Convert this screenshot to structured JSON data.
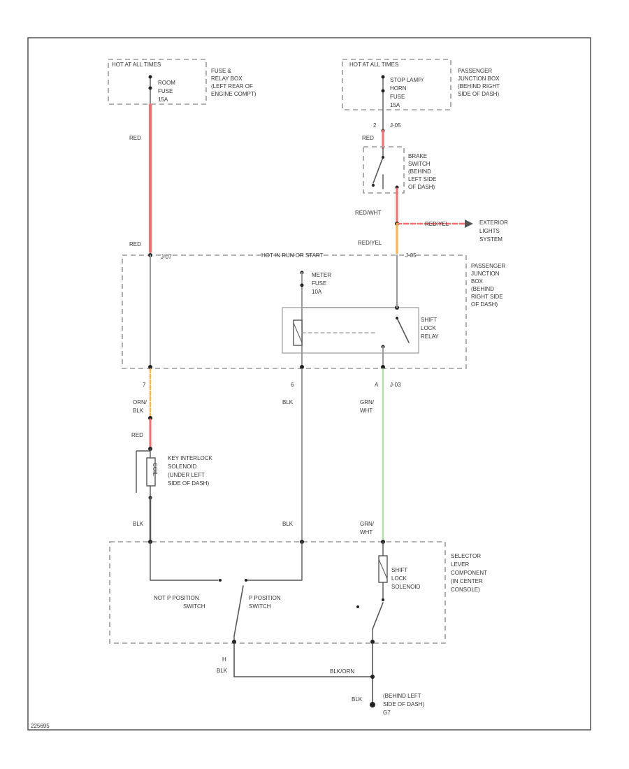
{
  "colors": {
    "red": "#ff6b6b",
    "orange": "#ffb347",
    "green": "#a8e6a0",
    "gray_wire": "#9a9a9a",
    "black_wire": "#555555",
    "frame": "#444444"
  },
  "power_left": {
    "header": "HOT AT ALL TIMES",
    "fuse_lines": [
      "ROOM",
      "FUSE",
      "15A"
    ],
    "location_lines": [
      "FUSE &",
      "RELAY BOX",
      "(LEFT REAR OF",
      "ENGINE COMPT)"
    ]
  },
  "power_right": {
    "header": "HOT AT ALL TIMES",
    "fuse_lines": [
      "STOP LAMP/",
      "HORN",
      "FUSE",
      "15A"
    ],
    "location_lines": [
      "PASSENGER",
      "JUNCTION BOX",
      "(BEHIND RIGHT",
      "SIDE OF DASH)"
    ]
  },
  "wires": {
    "red_top": "RED",
    "red_mid": "RED",
    "stop_pin": "2",
    "stop_conn": "J-05",
    "red_after_fuse": "RED",
    "red_wht": "RED/WHT",
    "red_yel_branch": "RED/YEL",
    "red_yel": "RED/YEL",
    "conn_j07": "J-07",
    "conn_j05b": "J-05",
    "orn_blk": [
      "ORN/",
      "BLK"
    ],
    "red_lower": "RED",
    "pin_7": "7",
    "pin_6": "6",
    "blk_mid": "BLK",
    "pin_a": "A",
    "conn_j03": "J-03",
    "grn_wht_upper": [
      "GRN/",
      "WHT"
    ],
    "blk_sol": "BLK",
    "blk_mid2": "BLK",
    "grn_wht_lower": [
      "GRN/",
      "WHT"
    ],
    "pin_h": "H",
    "blk_bottom": "BLK",
    "blk_orn": "BLK/ORN",
    "blk_ground": "BLK"
  },
  "brake_switch": [
    "BRAKE",
    "SWITCH",
    "(BEHIND",
    "LEFT SIDE",
    "OF DASH)"
  ],
  "exterior": [
    "EXTERIOR",
    "LIGHTS",
    "SYSTEM"
  ],
  "junction_box": {
    "header": "HOT IN RUN OR START",
    "meter_fuse": [
      "METER",
      "FUSE",
      "10A"
    ],
    "relay_label": [
      "SHIFT",
      "LOCK",
      "RELAY"
    ],
    "location_lines": [
      "PASSENGER",
      "JUNCTION",
      "BOX",
      "(BEHIND",
      "RIGHT SIDE",
      "OF DASH)"
    ]
  },
  "key_interlock": {
    "coil_text": "COIL",
    "label_lines": [
      "KEY INTERLOCK",
      "SOLENOID",
      "(UNDER LEFT",
      "SIDE OF DASH)"
    ]
  },
  "selector": {
    "not_p": [
      "NOT P POSITION",
      "SWITCH"
    ],
    "p_pos": [
      "P POSITION",
      "SWITCH"
    ],
    "solenoid": [
      "SHIFT",
      "LOCK",
      "SOLENOID"
    ],
    "location_lines": [
      "SELECTOR",
      "LEVER",
      "COMPONENT",
      "(IN CENTER",
      "CONSOLE)"
    ]
  },
  "ground": {
    "label_lines": [
      "(BEHIND LEFT",
      "SIDE OF DASH)",
      "G7"
    ]
  },
  "footer_code": "225695"
}
